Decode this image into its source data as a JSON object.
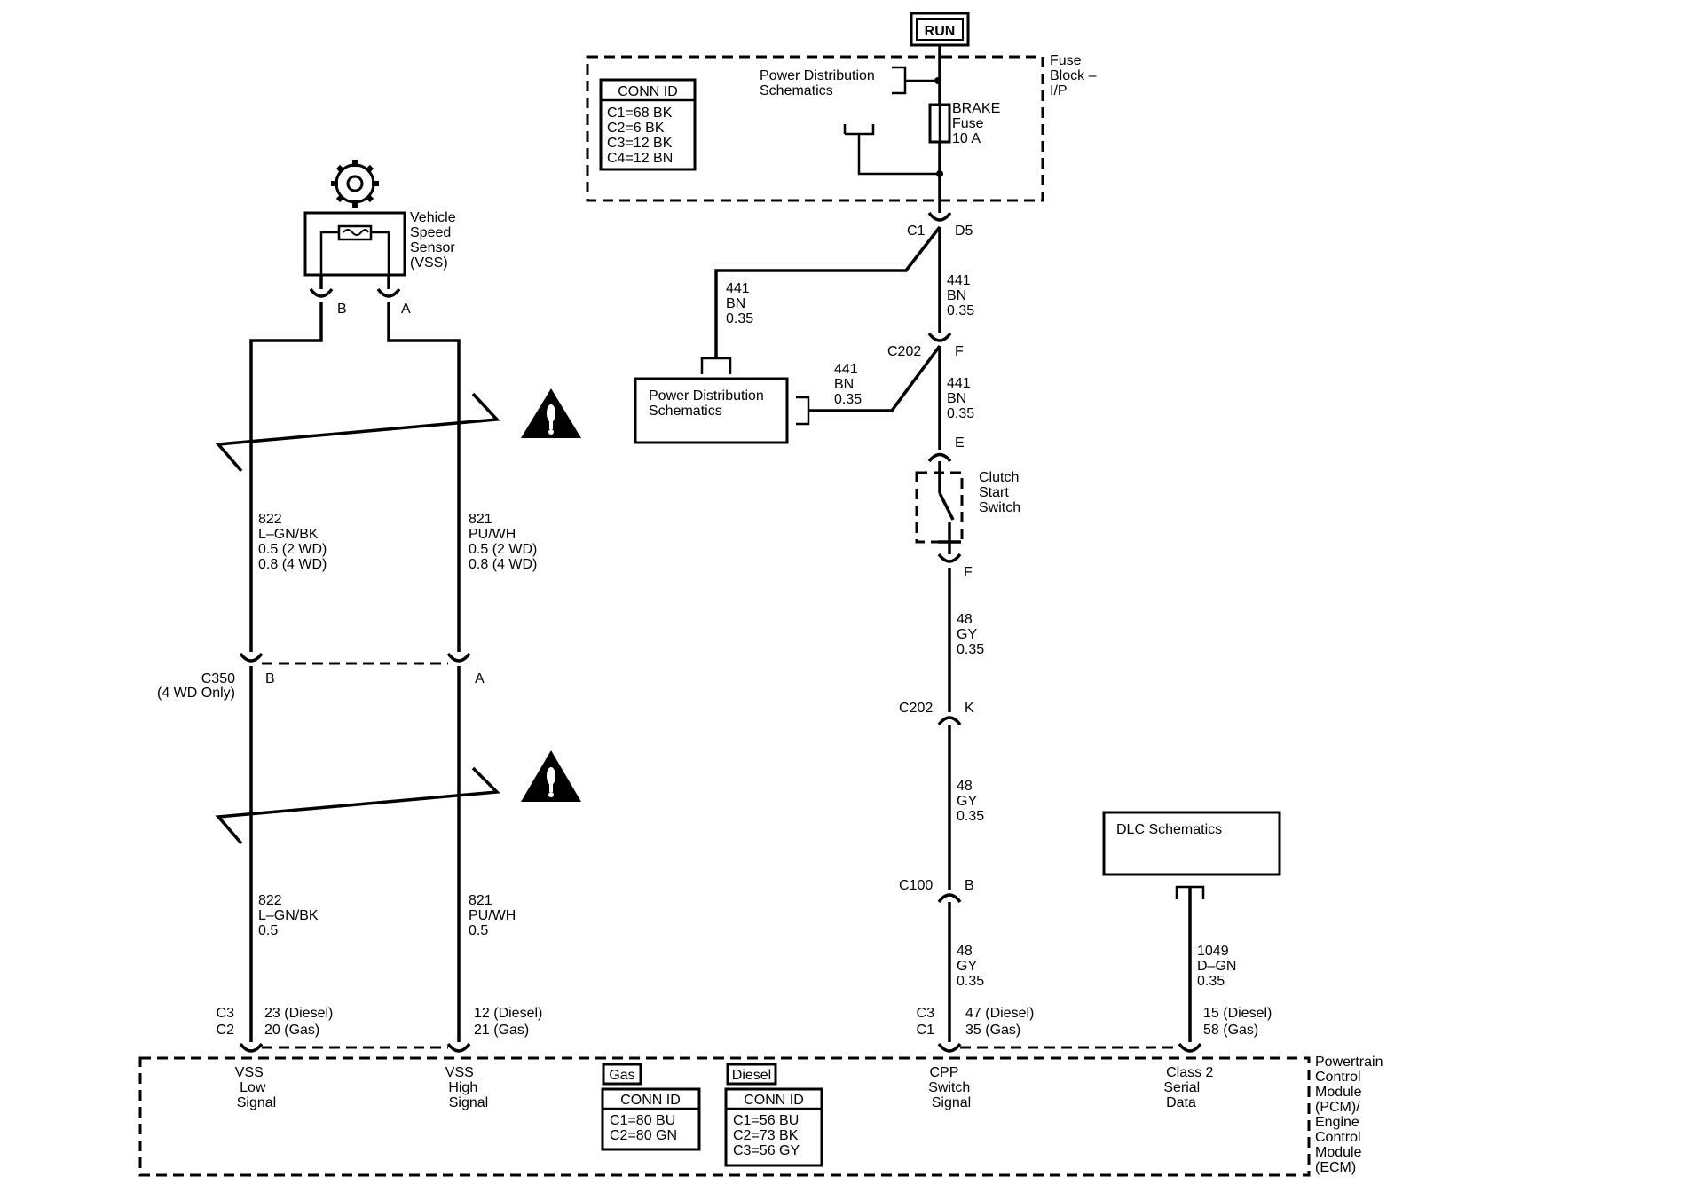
{
  "power": {
    "run": "RUN"
  },
  "fuse_block": {
    "label": [
      "Fuse",
      "Block –",
      "I/P"
    ],
    "conn_id_title": "CONN ID",
    "conn_ids": [
      "C1=68 BK",
      "C2=6 BK",
      "C3=12 BK",
      "C4=12 BN"
    ],
    "pds_ref": [
      "Power Distribution",
      "Schematics"
    ],
    "fuse": [
      "BRAKE",
      "Fuse",
      "10 A"
    ],
    "conn": "C1",
    "pin": "D5"
  },
  "pds_box": {
    "label": [
      "Power Distribution",
      "Schematics"
    ]
  },
  "wires": {
    "w441_a": [
      "441",
      "BN",
      "0.35"
    ],
    "w441_b": [
      "441",
      "BN",
      "0.35"
    ],
    "w441_c": [
      "441",
      "BN",
      "0.35"
    ],
    "w441_d": [
      "441",
      "BN",
      "0.35"
    ],
    "w48_a": [
      "48",
      "GY",
      "0.35"
    ],
    "w48_b": [
      "48",
      "GY",
      "0.35"
    ],
    "w48_c": [
      "48",
      "GY",
      "0.35"
    ],
    "w822_a": [
      "822",
      "L–GN/BK",
      "0.5 (2 WD)",
      "0.8 (4 WD)"
    ],
    "w821_a": [
      "821",
      "PU/WH",
      "0.5 (2 WD)",
      "0.8 (4 WD)"
    ],
    "w822_b": [
      "822",
      "L–GN/BK",
      "0.5"
    ],
    "w821_b": [
      "821",
      "PU/WH",
      "0.5"
    ],
    "w1049": [
      "1049",
      "D–GN",
      "0.35"
    ]
  },
  "c202": {
    "name": "C202",
    "pin_f": "F",
    "pin_k": "K"
  },
  "clutch": {
    "pin_e": "E",
    "pin_f": "F",
    "label": [
      "Clutch",
      "Start",
      "Switch"
    ]
  },
  "c100": {
    "name": "C100",
    "pin": "B"
  },
  "vss": {
    "label": [
      "Vehicle",
      "Speed",
      "Sensor",
      "(VSS)"
    ],
    "pin_b": "B",
    "pin_a": "A"
  },
  "c350": {
    "name": "C350",
    "note": "(4 WD Only)",
    "pin_b": "B",
    "pin_a": "A"
  },
  "dlc": {
    "label": "DLC Schematics"
  },
  "pcm": {
    "label": [
      "Powertrain",
      "Control",
      "Module",
      "(PCM)/",
      "Engine",
      "Control",
      "Module",
      "(ECM)"
    ],
    "left_conn": [
      "C3",
      "C2"
    ],
    "right_conn": [
      "C3",
      "C1"
    ],
    "pin_low": [
      "23 (Diesel)",
      "20 (Gas)"
    ],
    "pin_high": [
      "12 (Diesel)",
      "21 (Gas)"
    ],
    "pin_cpp": [
      "47 (Diesel)",
      "35 (Gas)"
    ],
    "pin_class2": [
      "15 (Diesel)",
      "58 (Gas)"
    ],
    "sig_low": [
      "VSS",
      "Low",
      "Signal"
    ],
    "sig_high": [
      "VSS",
      "High",
      "Signal"
    ],
    "sig_cpp": [
      "CPP",
      "Switch",
      "Signal"
    ],
    "sig_class2": [
      "Class 2",
      "Serial",
      "Data"
    ],
    "gas_label": "Gas",
    "diesel_label": "Diesel",
    "conn_id_title": "CONN ID",
    "gas_ids": [
      "C1=80 BU",
      "C2=80 GN"
    ],
    "diesel_ids": [
      "C1=56 BU",
      "C2=73 BK",
      "C3=56 GY"
    ]
  }
}
